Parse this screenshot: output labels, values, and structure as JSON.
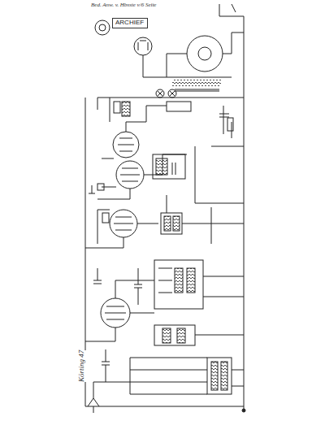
{
  "diagram": {
    "nodes": [
      {
        "text": [
          "ARCHIEF"
        ]
      }
    ],
    "labels": [
      "Bed. Anw. v. Hbsste v/6 Seite",
      "Körting 47"
    ]
  }
}
